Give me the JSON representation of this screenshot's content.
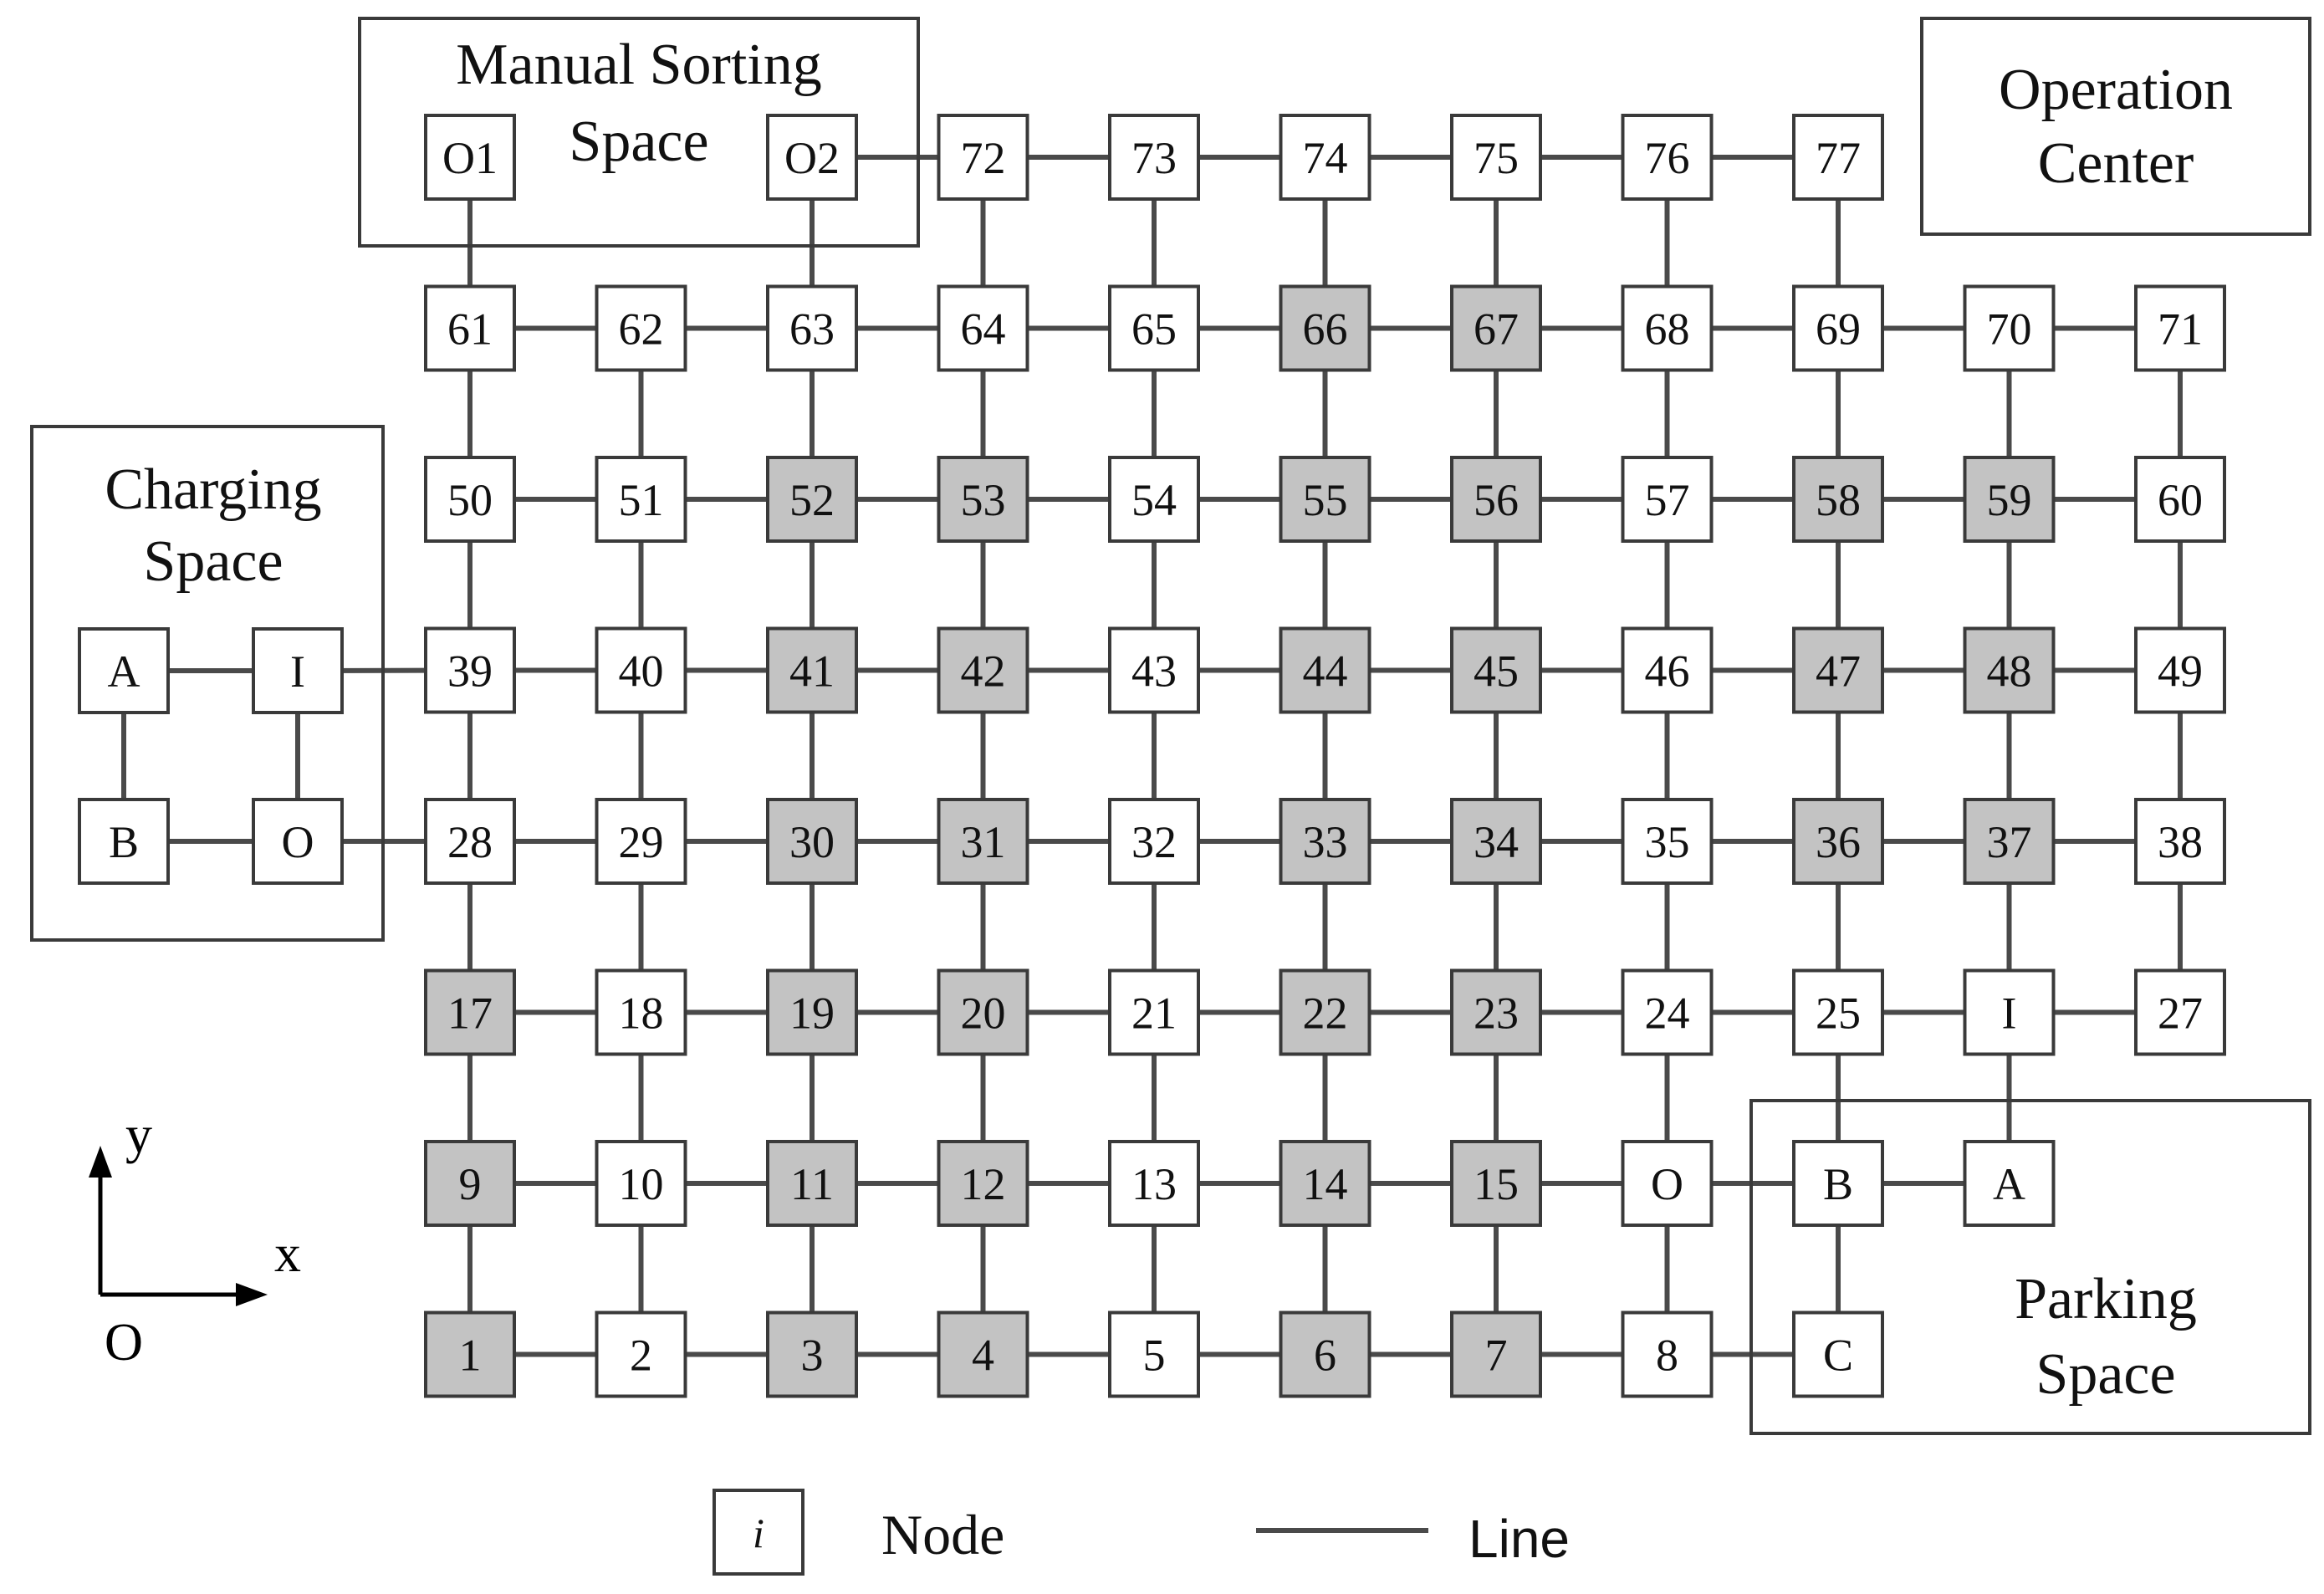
{
  "colors": {
    "normal": "#ffffff",
    "shaded": "#c3c3c3",
    "stroke": "#3a3a3a",
    "line": "#4a4a4a"
  },
  "areas": {
    "manual_sorting": [
      "Manual Sorting",
      "Space"
    ],
    "operation_center": [
      "Operation",
      "Center"
    ],
    "charging": [
      "Charging",
      "Space"
    ],
    "parking": [
      "Parking",
      "Space"
    ]
  },
  "axes": {
    "x": "x",
    "y": "y",
    "origin": "O"
  },
  "legend": {
    "node_symbol": "i",
    "node": "Node",
    "line": "Line"
  },
  "grid": {
    "rows": [
      [
        [
          "O1",
          0
        ],
        null,
        [
          "O2",
          0
        ],
        [
          "72",
          0
        ],
        [
          "73",
          0
        ],
        [
          "74",
          0
        ],
        [
          "75",
          0
        ],
        [
          "76",
          0
        ],
        [
          "77",
          0
        ],
        null,
        null
      ],
      [
        [
          "61",
          0
        ],
        [
          "62",
          0
        ],
        [
          "63",
          0
        ],
        [
          "64",
          0
        ],
        [
          "65",
          0
        ],
        [
          "66",
          1
        ],
        [
          "67",
          1
        ],
        [
          "68",
          0
        ],
        [
          "69",
          0
        ],
        [
          "70",
          0
        ],
        [
          "71",
          0
        ]
      ],
      [
        [
          "50",
          0
        ],
        [
          "51",
          0
        ],
        [
          "52",
          1
        ],
        [
          "53",
          1
        ],
        [
          "54",
          0
        ],
        [
          "55",
          1
        ],
        [
          "56",
          1
        ],
        [
          "57",
          0
        ],
        [
          "58",
          1
        ],
        [
          "59",
          1
        ],
        [
          "60",
          0
        ]
      ],
      [
        [
          "39",
          0
        ],
        [
          "40",
          0
        ],
        [
          "41",
          1
        ],
        [
          "42",
          1
        ],
        [
          "43",
          0
        ],
        [
          "44",
          1
        ],
        [
          "45",
          1
        ],
        [
          "46",
          0
        ],
        [
          "47",
          1
        ],
        [
          "48",
          1
        ],
        [
          "49",
          0
        ]
      ],
      [
        [
          "28",
          0
        ],
        [
          "29",
          0
        ],
        [
          "30",
          1
        ],
        [
          "31",
          1
        ],
        [
          "32",
          0
        ],
        [
          "33",
          1
        ],
        [
          "34",
          1
        ],
        [
          "35",
          0
        ],
        [
          "36",
          1
        ],
        [
          "37",
          1
        ],
        [
          "38",
          0
        ]
      ],
      [
        [
          "17",
          1
        ],
        [
          "18",
          0
        ],
        [
          "19",
          1
        ],
        [
          "20",
          1
        ],
        [
          "21",
          0
        ],
        [
          "22",
          1
        ],
        [
          "23",
          1
        ],
        [
          "24",
          0
        ],
        [
          "25",
          0
        ],
        [
          "I",
          0
        ],
        [
          "27",
          0
        ]
      ],
      [
        [
          "9",
          1
        ],
        [
          "10",
          0
        ],
        [
          "11",
          1
        ],
        [
          "12",
          1
        ],
        [
          "13",
          0
        ],
        [
          "14",
          1
        ],
        [
          "15",
          1
        ],
        [
          "O",
          0
        ],
        [
          "B",
          0
        ],
        [
          "A",
          0
        ],
        null
      ],
      [
        [
          "1",
          1
        ],
        [
          "2",
          0
        ],
        [
          "3",
          1
        ],
        [
          "4",
          1
        ],
        [
          "5",
          0
        ],
        [
          "6",
          1
        ],
        [
          "7",
          1
        ],
        [
          "8",
          0
        ],
        [
          "C",
          0
        ],
        null,
        null
      ]
    ],
    "extra_edges_row0": [
      [
        2,
        3
      ],
      [
        3,
        4
      ],
      [
        4,
        5
      ],
      [
        5,
        6
      ],
      [
        6,
        7
      ],
      [
        7,
        8
      ]
    ],
    "skip_vertical": [
      [
        0,
        2,
        1
      ]
    ]
  },
  "charging_nodes": [
    {
      "label": "A",
      "pos": [
        0,
        0
      ]
    },
    {
      "label": "I",
      "pos": [
        1,
        0
      ]
    },
    {
      "label": "B",
      "pos": [
        0,
        1
      ]
    },
    {
      "label": "O",
      "pos": [
        1,
        1
      ]
    }
  ]
}
